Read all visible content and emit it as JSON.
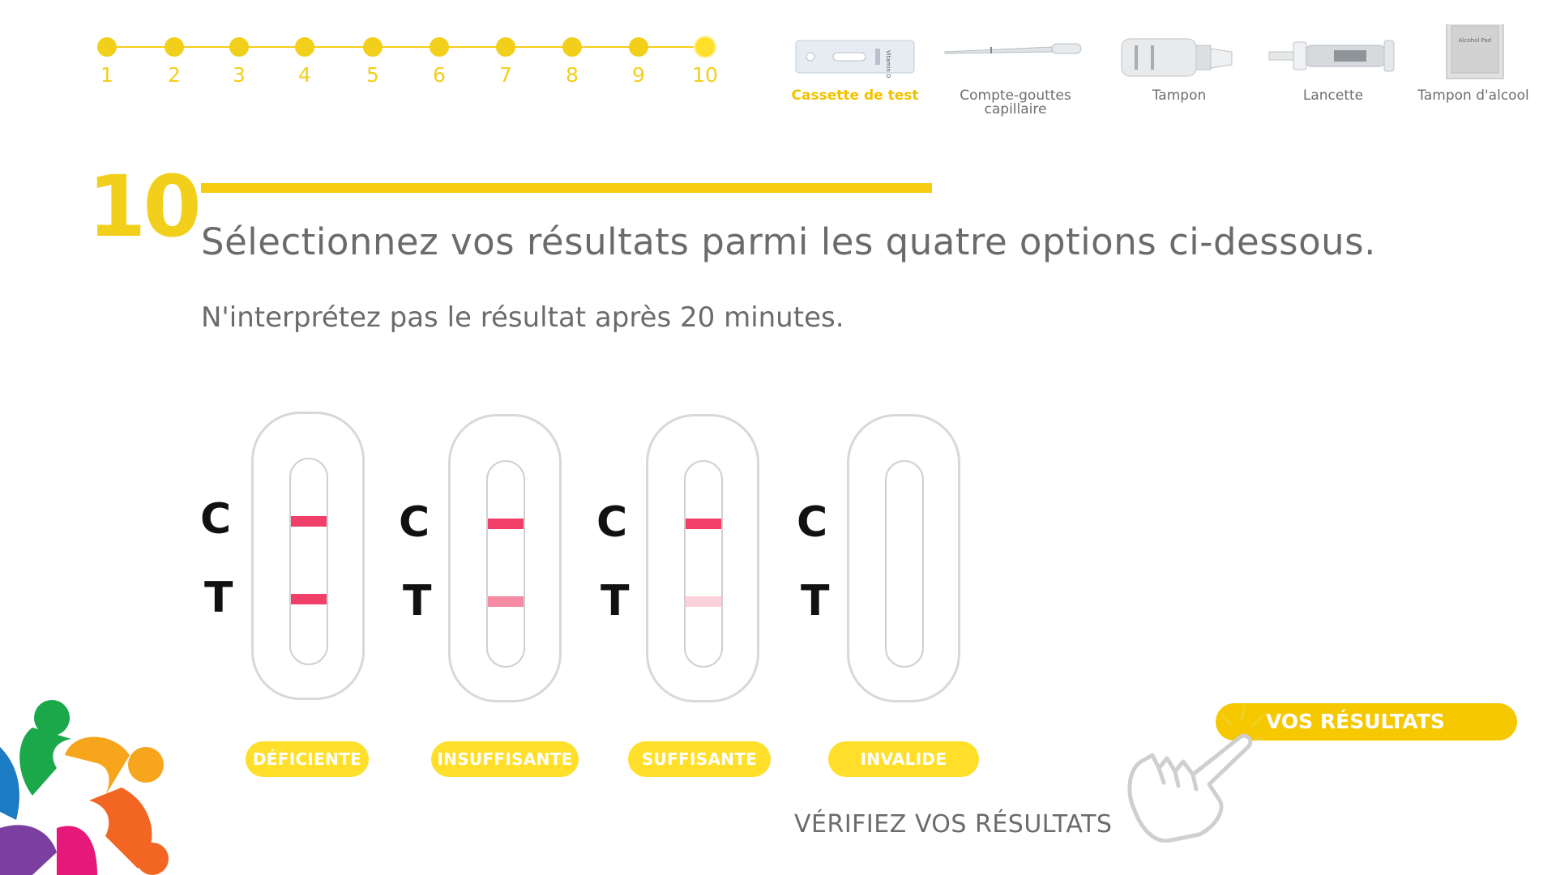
{
  "steps": [
    "1",
    "2",
    "3",
    "4",
    "5",
    "6",
    "7",
    "8",
    "9",
    "10"
  ],
  "current_step": "10",
  "materials": [
    {
      "label": "Cassette de test",
      "icon": "test-cassette-icon",
      "active": true
    },
    {
      "label": "Compte-gouttes capillaire",
      "icon": "capillary-dropper-icon",
      "active": false
    },
    {
      "label": "Tampon",
      "icon": "buffer-bottle-icon",
      "active": false
    },
    {
      "label": "Lancette",
      "icon": "lancet-icon",
      "active": false
    },
    {
      "label": "Tampon d'alcool",
      "icon": "alcohol-pad-icon",
      "active": false
    }
  ],
  "material_image_text": {
    "cassette": "Vitamin D",
    "alcohol_pad": "Alcohol Pad"
  },
  "step_number": "10",
  "title": "Sélectionnez vos résultats parmi les quatre options ci-dessous.",
  "subtitle": "N'interprétez pas le résultat après 20 minutes.",
  "options": [
    {
      "label": "DÉFICIENTE",
      "c": "C",
      "t": "T",
      "c_color": "#f0406a",
      "t_color": "#f0406a"
    },
    {
      "label": "INSUFFISANTE",
      "c": "C",
      "t": "T",
      "c_color": "#f0406a",
      "t_color": "#f58aa3"
    },
    {
      "label": "SUFFISANTE",
      "c": "C",
      "t": "T",
      "c_color": "#f0406a",
      "t_color": "#fbd2dc"
    },
    {
      "label": "INVALIDE",
      "c": "C",
      "t": "T",
      "c_color": null,
      "t_color": null
    }
  ],
  "cta": {
    "label": "VOS RÉSULTATS"
  },
  "verify_label": "VÉRIFIEZ VOS RÉSULTATS",
  "colors": {
    "accent": "#f2cf1a",
    "pill": "#ffdf2a",
    "cta": "#f5c800",
    "band": "#f0406a"
  }
}
